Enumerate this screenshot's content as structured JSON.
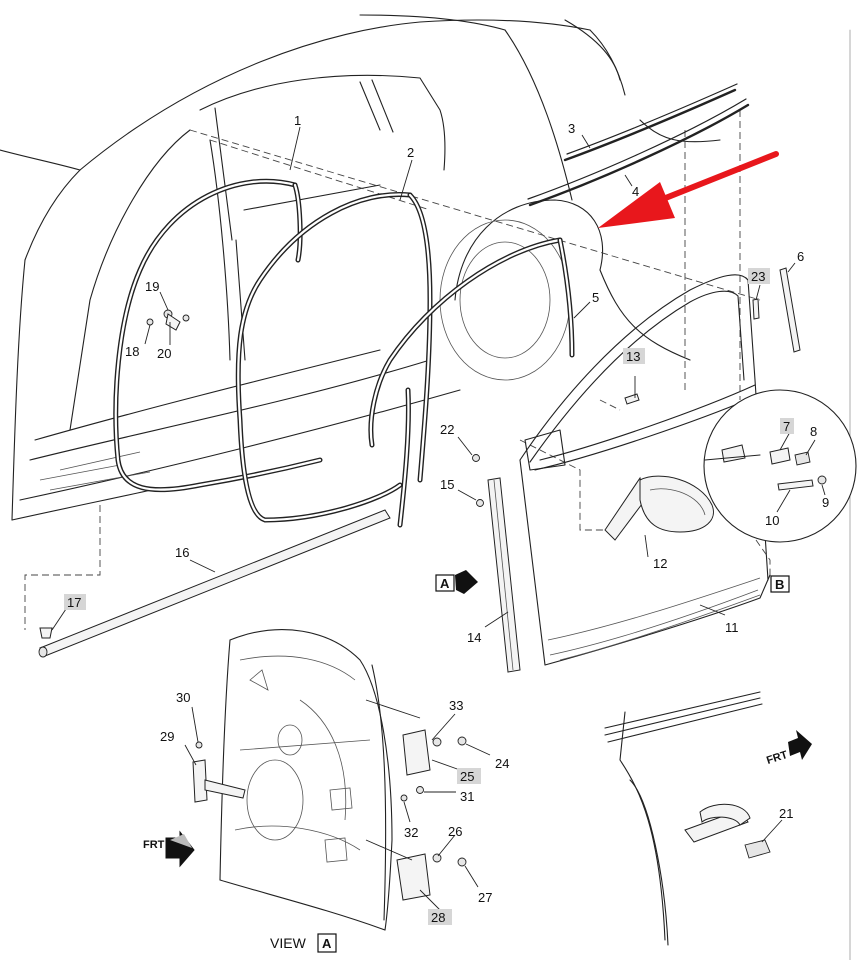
{
  "figure": {
    "view_caption_prefix": "VIEW",
    "view_letters": {
      "A": "A",
      "B": "B"
    },
    "direction_label": "FRT",
    "callouts": [
      {
        "n": "1"
      },
      {
        "n": "2"
      },
      {
        "n": "3"
      },
      {
        "n": "4"
      },
      {
        "n": "5"
      },
      {
        "n": "6"
      },
      {
        "n": "7"
      },
      {
        "n": "8"
      },
      {
        "n": "9"
      },
      {
        "n": "10"
      },
      {
        "n": "11"
      },
      {
        "n": "12"
      },
      {
        "n": "13"
      },
      {
        "n": "14"
      },
      {
        "n": "15"
      },
      {
        "n": "16"
      },
      {
        "n": "17"
      },
      {
        "n": "18"
      },
      {
        "n": "19"
      },
      {
        "n": "20"
      },
      {
        "n": "21"
      },
      {
        "n": "22"
      },
      {
        "n": "23"
      },
      {
        "n": "24"
      },
      {
        "n": "25"
      },
      {
        "n": "26"
      },
      {
        "n": "27"
      },
      {
        "n": "28"
      },
      {
        "n": "29"
      },
      {
        "n": "30"
      },
      {
        "n": "31"
      },
      {
        "n": "32"
      },
      {
        "n": "33"
      }
    ],
    "colors": {
      "pointer_arrow": "#e8171c",
      "line_art": "#222222",
      "label_highlight": "#d6d6d6"
    }
  }
}
